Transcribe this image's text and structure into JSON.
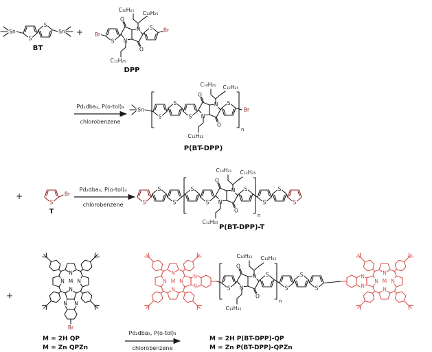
{
  "colors": {
    "background": "#ffffff",
    "structure": "#1a1a1a",
    "end_group": "#8b1f1f",
    "porphyrin": "#d9534f"
  },
  "atoms": {
    "s": "S",
    "n": "N",
    "o": "O",
    "sn": "Sn",
    "br": "Br",
    "m": "M"
  },
  "symbols": {
    "plus": "+",
    "repeat": "n"
  },
  "formulas": {
    "c10h21": "C₁₀H₂₁",
    "c12h25": "C₁₂H₂₅"
  },
  "conditions": {
    "catalyst": "Pd₂dba₃, P(o-tol)₃",
    "solvent": "chlorobenzene"
  },
  "labels": {
    "bt": "BT",
    "dpp": "DPP",
    "t": "T",
    "qp1": "M = 2H  QP",
    "qp2": "M = Zn  QPZn"
  },
  "products": {
    "p1": "P(BT-DPP)",
    "p2": "P(BT-DPP)-T",
    "p3m1": "M = 2H  P(BT-DPP)-QP",
    "p3m2": "M = Zn  P(BT-DPP)-QPZn"
  }
}
